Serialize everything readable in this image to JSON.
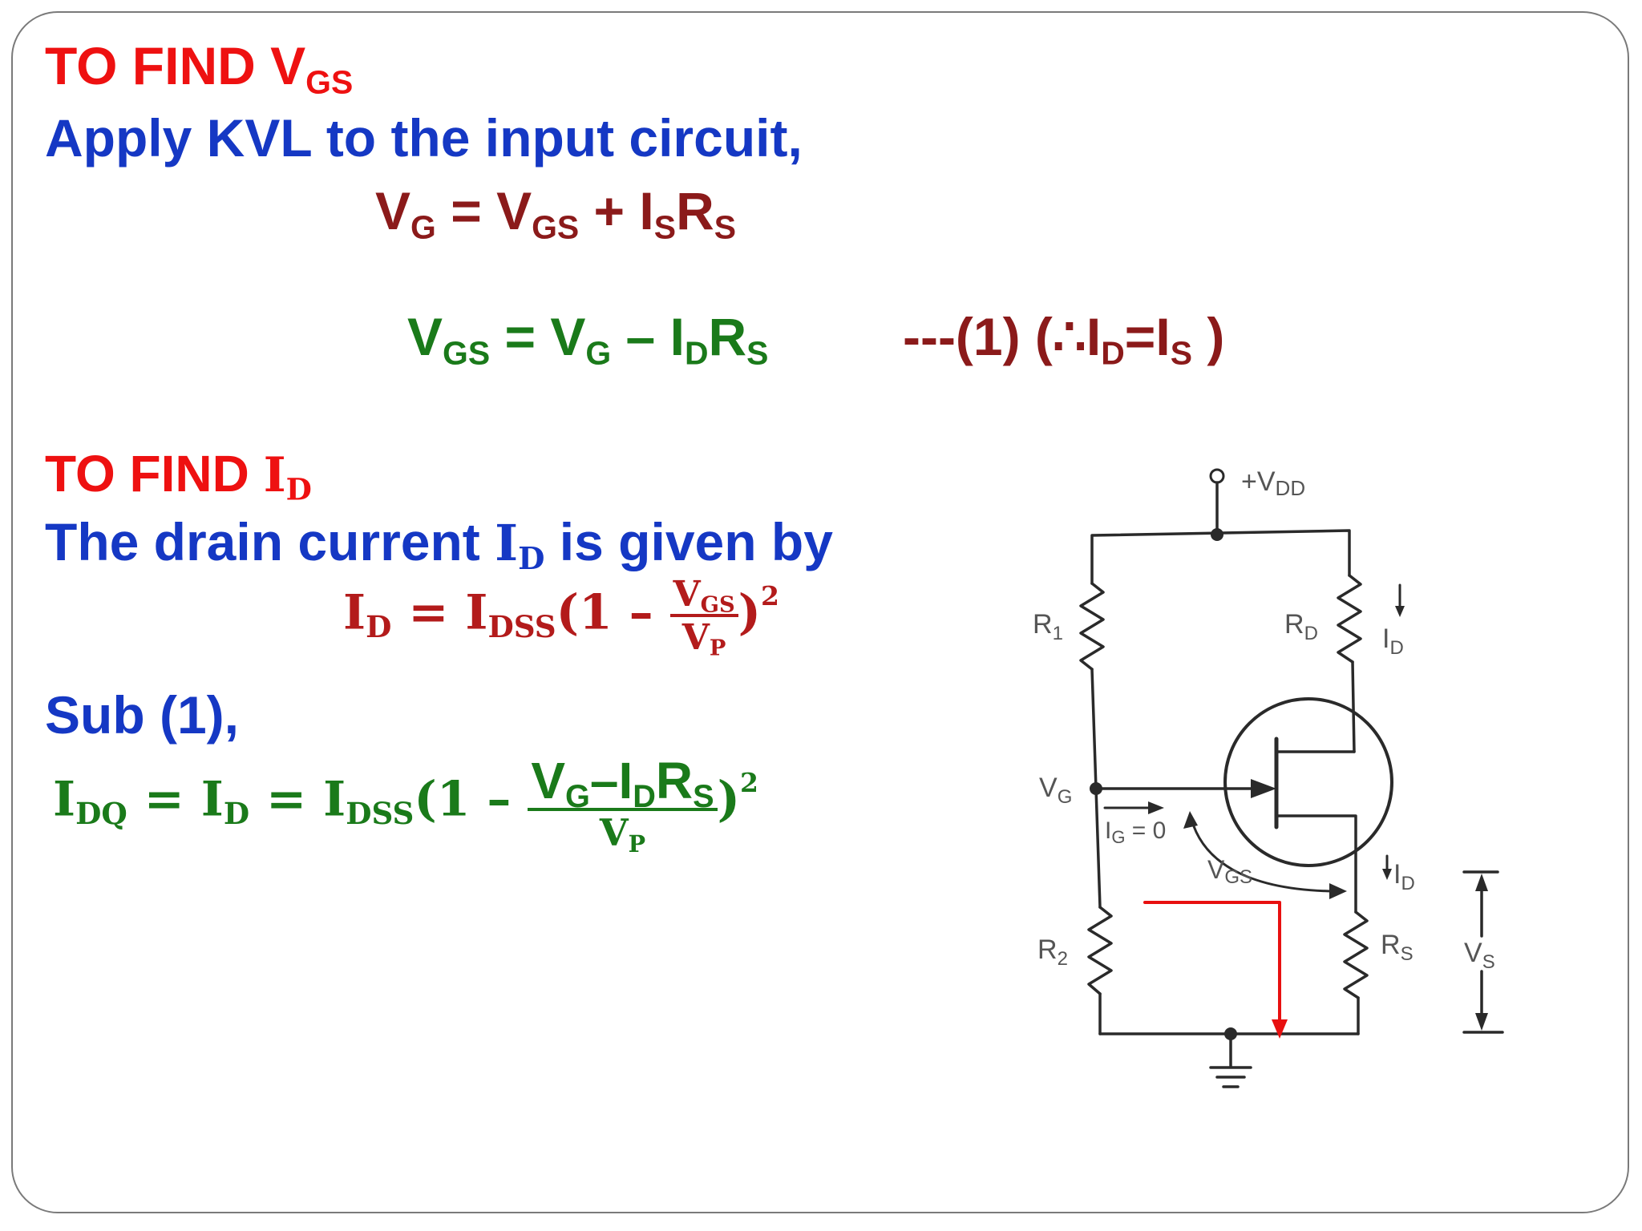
{
  "section1": {
    "heading": "TO FIND V",
    "heading_sub": "GS",
    "intro": "Apply KVL to the input circuit,",
    "eq1": {
      "a": "V",
      "a_sub": "G",
      "b": " = V",
      "b_sub": "GS",
      "c": " + I",
      "c_sub": "S",
      "d": "R",
      "d_sub": "S"
    },
    "eq2": {
      "a": "V",
      "a_sub": "GS",
      "b": " = V",
      "b_sub": "G",
      "c": " – I",
      "c_sub": "D",
      "d": "R",
      "d_sub": "S"
    },
    "eq2_note": {
      "a": "---(1) (∴I",
      "a_sub": "D",
      "b": "=I",
      "b_sub": "S",
      "c": " )"
    }
  },
  "section2": {
    "heading": "TO FIND  ",
    "heading_var": "I",
    "heading_var_sub": "D",
    "intro_a": "The drain current  ",
    "intro_var": "I",
    "intro_var_sub": "D",
    "intro_b": " is  given by",
    "eq3": {
      "lhs": "I",
      "lhs_sub": "D",
      "mid": " =  I",
      "mid_sub": "DSS",
      "open": "(1 – ",
      "num": "V",
      "num_sub": "GS",
      "den": "V",
      "den_sub": "P",
      "close": ")",
      "exp": "2"
    },
    "sub_label": "Sub (1),",
    "eq4": {
      "a": "I",
      "a_sub": "DQ",
      "b": " = I",
      "b_sub": "D",
      "c": " =  I",
      "c_sub": "DSS",
      "open": "(1 – ",
      "num_a": "V",
      "num_a_sub": "G",
      "num_b": "–I",
      "num_b_sub": "D",
      "num_c": "R",
      "num_c_sub": "S",
      "den": "V",
      "den_sub": "P",
      "close": ")",
      "exp": "2"
    }
  },
  "circuit": {
    "labels": {
      "vdd": "+V",
      "vdd_sub": "DD",
      "r1": "R",
      "r1_sub": "1",
      "rd": "R",
      "rd_sub": "D",
      "id_top": "I",
      "id_top_sub": "D",
      "vg": "V",
      "vg_sub": "G",
      "ig": "I",
      "ig_sub": "G",
      "ig_val": " = 0",
      "vgs": "V",
      "vgs_sub": "GS",
      "id_bottom": "I",
      "id_bottom_sub": "D",
      "r2": "R",
      "r2_sub": "2",
      "rs": "R",
      "rs_sub": "S",
      "vs": "V",
      "vs_sub": "S"
    },
    "colors": {
      "wire": "#2a2a2a",
      "kvl_loop": "#e81010"
    }
  }
}
